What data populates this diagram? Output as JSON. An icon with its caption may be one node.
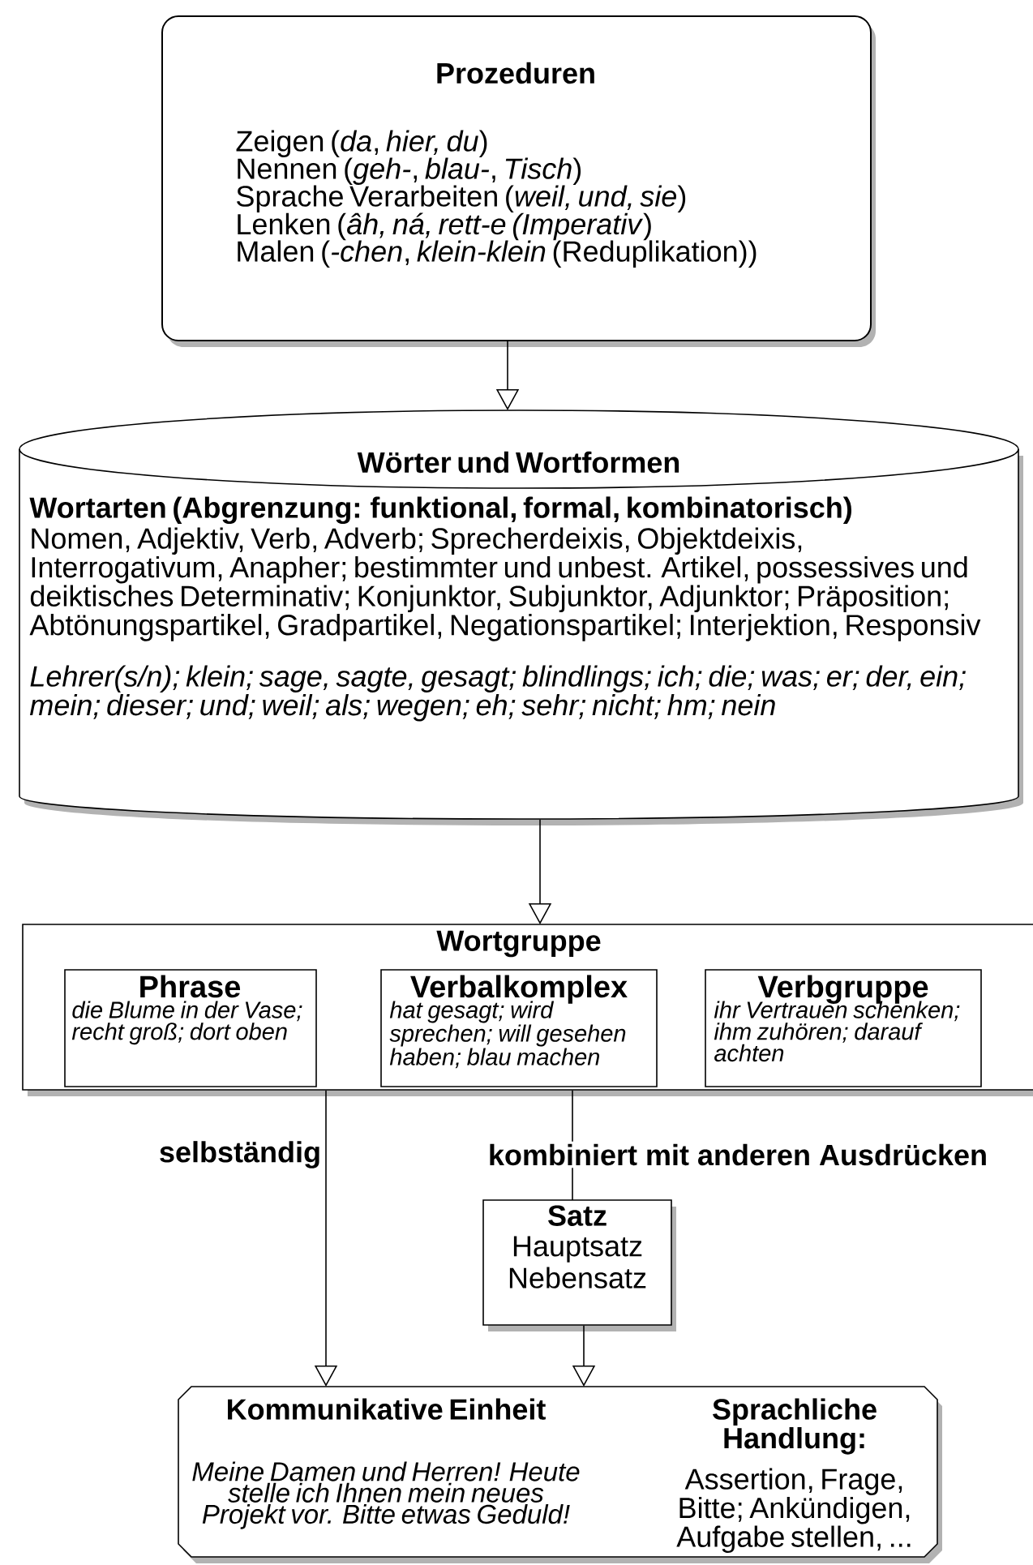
{
  "diagram": {
    "nodes": [
      {
        "text": [
          "Prozeduren",
          "Zeigen (*da*, *hier, du*)",
          "Nennen (*geh-*, *blau-*, *Tisch*)",
          "Sprache Verarbeiten (*weil, und, sie*)",
          "Lenken (*âh, ná, rett-e (Imperativ*)",
          "Malen (*-chen*, *klein-klein* (Reduplikation))"
        ]
      },
      {
        "text": [
          "Wörter und Wortformen",
          "Wortarten (Abgrenzung: funktional, formal, kombinatorisch)",
          "Nomen, Adjektiv, Verb, Adverb; Sprecherdeixis, Objektdeixis, Interrogativum, Anapher; bestimmter und unbest. Artikel, possessives und deiktisches Determinativ; Konjunktor, Subjunktor, Adjunktor; Präposition; Abtönungspartikel, Gradpartikel, Negationspartikel; Interjektion, Responsiv",
          "Lehrer(s/n); klein; sage, sagte, gesagt; blindlings; ich; die; was; er; der, ein; mein; dieser; und; weil; als; wegen; eh; sehr; nicht; hm; nein"
        ]
      },
      {
        "text": [
          "Wortgruppe"
        ]
      },
      {
        "text": [
          "Phrase",
          "die Blume in der Vase; recht groß; dort oben"
        ],
        "in": 2
      },
      {
        "text": [
          "Verbalkomplex",
          "hat gesagt; wird sprechen; will gesehen haben; blau machen"
        ],
        "in": 2
      },
      {
        "text": [
          "Verbgruppe",
          "ihr Vertrauen schenken; ihm zuhören; darauf achten"
        ],
        "in": 2
      },
      {
        "text": [
          "Satz",
          "Hauptsatz",
          "Nebensatz"
        ]
      },
      {
        "text": [
          "Kommunikative Einheit",
          "Meine Damen und Herren! Heute stelle ich Ihnen mein neues Projekt vor. Bitte etwas Geduld!",
          "Sprachliche Handlung:",
          "Assertion, Frage, Bitte; Ankündigen, Aufgabe stellen, ..."
        ]
      }
    ],
    "edges": [
      {
        "from": 0,
        "to": 1,
        "arrow": "to"
      },
      {
        "from": 1,
        "to": 2,
        "arrow": "to"
      },
      {
        "from": 2,
        "to": 7,
        "arrow": "to",
        "label": "selbständig"
      },
      {
        "from": 2,
        "to": 6,
        "arrow": "none",
        "label": "kombiniert mit anderen Ausdrücken"
      },
      {
        "from": 6,
        "to": 7,
        "arrow": "to"
      }
    ]
  }
}
